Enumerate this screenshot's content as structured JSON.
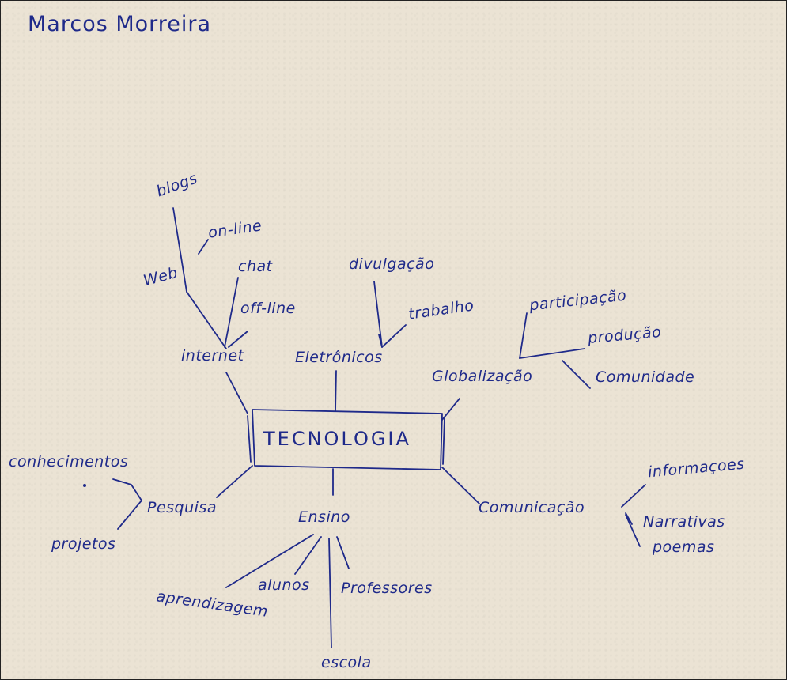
{
  "author": "Marcos Morreira",
  "center": "TECNOLOGIA",
  "branches": {
    "internet": {
      "label": "internet",
      "web": {
        "label": "Web",
        "children": [
          "blogs",
          "on-line"
        ]
      },
      "chat": {
        "label": "chat",
        "children": [
          "off-line"
        ]
      }
    },
    "eletronicos": {
      "label": "Eletrônicos",
      "children": [
        "divulgação",
        "trabalho"
      ]
    },
    "globalizacao": {
      "label": "Globalização",
      "children": [
        "participação",
        "produção",
        "Comunidade"
      ]
    },
    "pesquisa": {
      "label": "Pesquisa",
      "children": [
        "conhecimentos",
        "projetos"
      ]
    },
    "ensino": {
      "label": "Ensino",
      "children": [
        "aprendizagem",
        "alunos",
        "Professores",
        "escola"
      ]
    },
    "comunicacao": {
      "label": "Comunicação",
      "children": [
        "informaçoes",
        "Narrativas",
        "poemas"
      ]
    }
  },
  "colors": {
    "ink": "#1f2a8a",
    "paper": "#ebe3d4"
  }
}
